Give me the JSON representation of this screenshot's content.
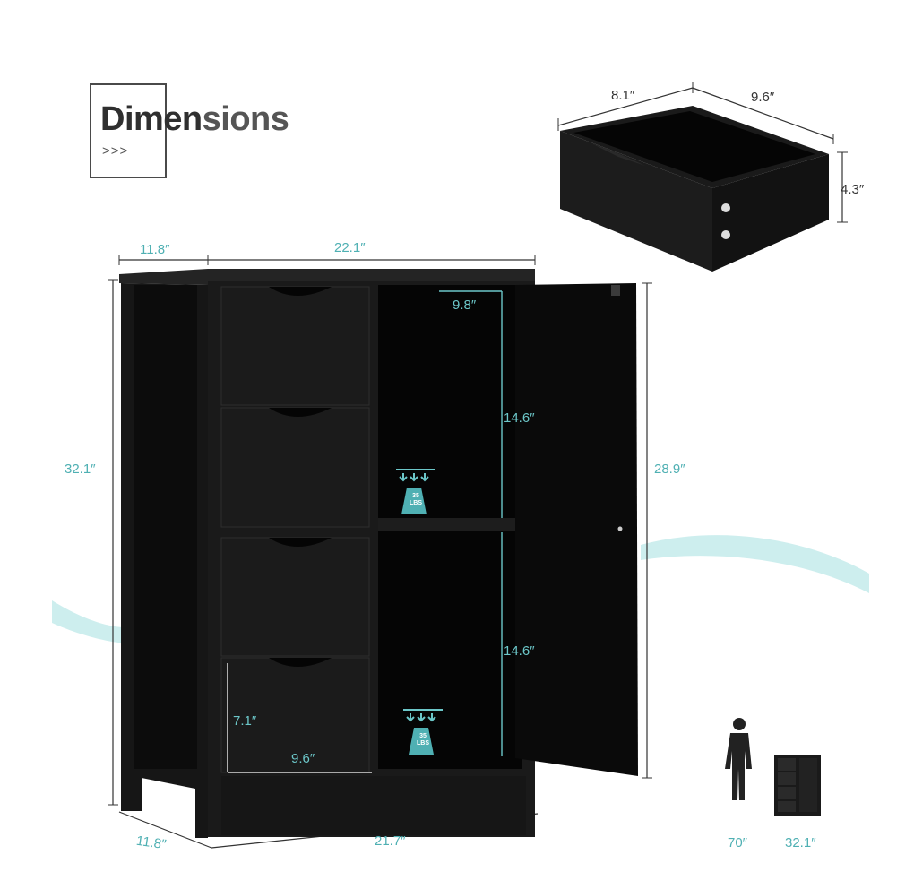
{
  "header": {
    "title_dark": "Dimen",
    "title_light": "sions",
    "arrows": ">>>"
  },
  "colors": {
    "accent": "#4fb0b3",
    "wave": "#cdeeee",
    "cabinet": "#141414",
    "frame": "#2f2f2f"
  },
  "drawer_detail": {
    "depth": "8.1″",
    "width": "9.6″",
    "height": "4.3″"
  },
  "cabinet": {
    "top_depth": "11.8″",
    "top_width": "22.1″",
    "total_height": "32.1″",
    "inner_height": "28.9″",
    "shelf_depth": "9.8″",
    "upper_shelf_height": "14.6″",
    "lower_shelf_height": "14.6″",
    "drawer_height": "7.1″",
    "drawer_width": "9.6″",
    "bottom_depth": "11.8″",
    "bottom_width": "21.7″",
    "load_upper": "35\nLBS",
    "load_lower": "35\nLBS"
  },
  "comparison": {
    "person_height": "70″",
    "cabinet_height": "32.1″"
  }
}
